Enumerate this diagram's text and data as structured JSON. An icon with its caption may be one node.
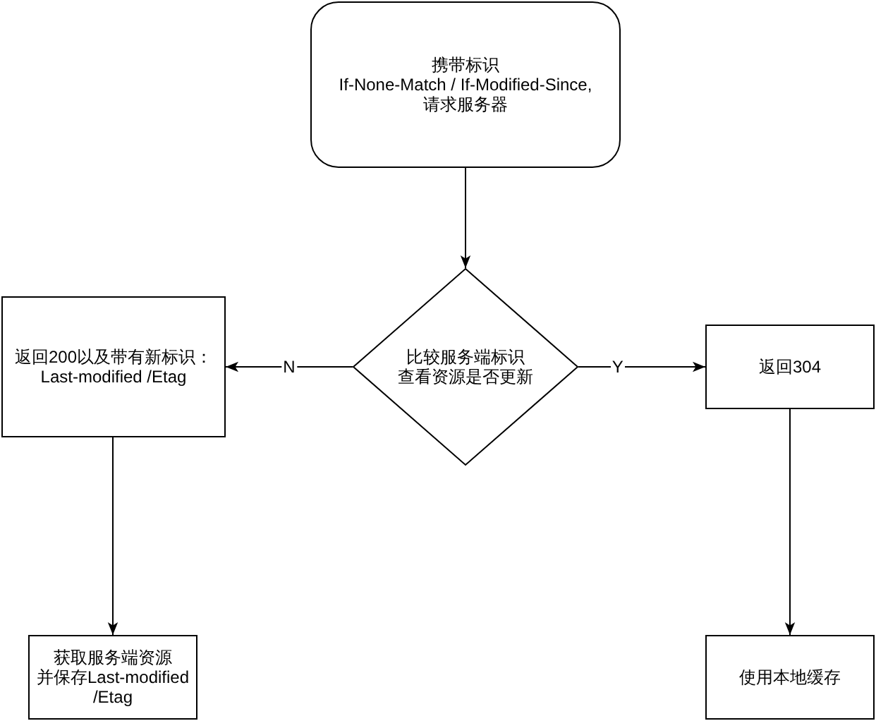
{
  "diagram": {
    "nodes": [
      {
        "text": [
          "携带标识 If-None-Match / If-Modified-Since, 请求服务器"
        ]
      },
      {
        "text": [
          "返回200以及带有新标识： Last-modified /Etag"
        ]
      },
      {
        "text": [
          "比较服务端标识查看资源是否更新"
        ]
      },
      {
        "text": [
          "返回304"
        ]
      },
      {
        "text": [
          "获取服务端资源并保存Last-modified /Etag"
        ]
      },
      {
        "text": [
          "使用本地缓存"
        ]
      }
    ],
    "edges": [
      {
        "from": 0,
        "to": 2,
        "arrow": "to"
      },
      {
        "from": 2,
        "to": 1,
        "arrow": "to",
        "label": "N"
      },
      {
        "from": 2,
        "to": 3,
        "arrow": "to",
        "label": "Y"
      },
      {
        "from": 1,
        "to": 4,
        "arrow": "to"
      },
      {
        "from": 3,
        "to": 5,
        "arrow": "to"
      }
    ]
  }
}
